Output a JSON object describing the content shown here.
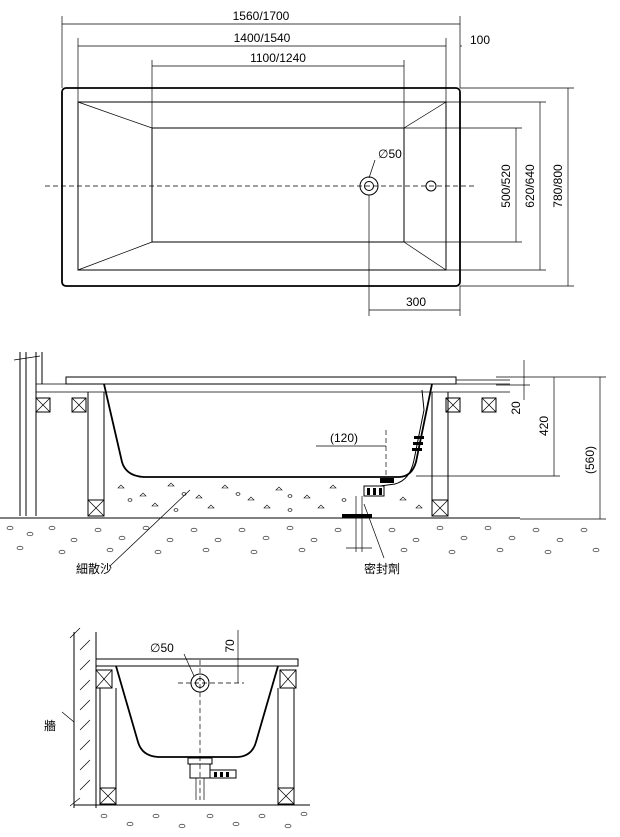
{
  "plan_view": {
    "dim_overall_length": "1560/1700",
    "dim_inner_length": "1400/1540",
    "dim_bottom_length": "1100/1240",
    "dim_offset": "100",
    "dim_drain_offset": "300",
    "dim_bottom_width": "500/520",
    "dim_inner_width": "620/640",
    "dim_overall_width": "780/800",
    "drain_label": "∅50"
  },
  "side_view": {
    "dim_rim": "20",
    "dim_depth": "420",
    "dim_total_height": "(560)",
    "dim_drain_height": "(120)",
    "label_sand": "細散沙",
    "label_seal": "密封劑"
  },
  "end_view": {
    "drain_label": "∅50",
    "dim_overflow": "70",
    "label_wall": "牆"
  }
}
